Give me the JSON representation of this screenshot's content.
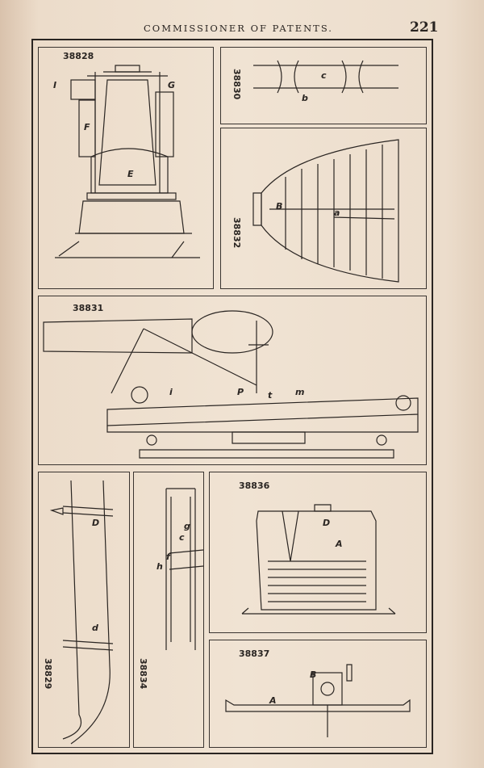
{
  "header": {
    "title": "COMMISSIONER OF PATENTS.",
    "page_number": "221"
  },
  "figures": {
    "f38828": "38828",
    "f38830": "38830",
    "f38832": "38832",
    "f38831": "38831",
    "f38829": "38829",
    "f38834": "38834",
    "f38836": "38836",
    "f38837": "38837"
  },
  "letters": {
    "I": "I",
    "G": "G",
    "F": "F",
    "E": "E",
    "c": "c",
    "b": "b",
    "B": "B",
    "a": "a",
    "i": "i",
    "P": "P",
    "t": "t",
    "m": "m",
    "D": "D",
    "d": "d",
    "h": "h",
    "f": "f",
    "c_lower": "c",
    "g": "g",
    "A": "A",
    "D36": "D",
    "B37": "B",
    "A37": "A"
  }
}
